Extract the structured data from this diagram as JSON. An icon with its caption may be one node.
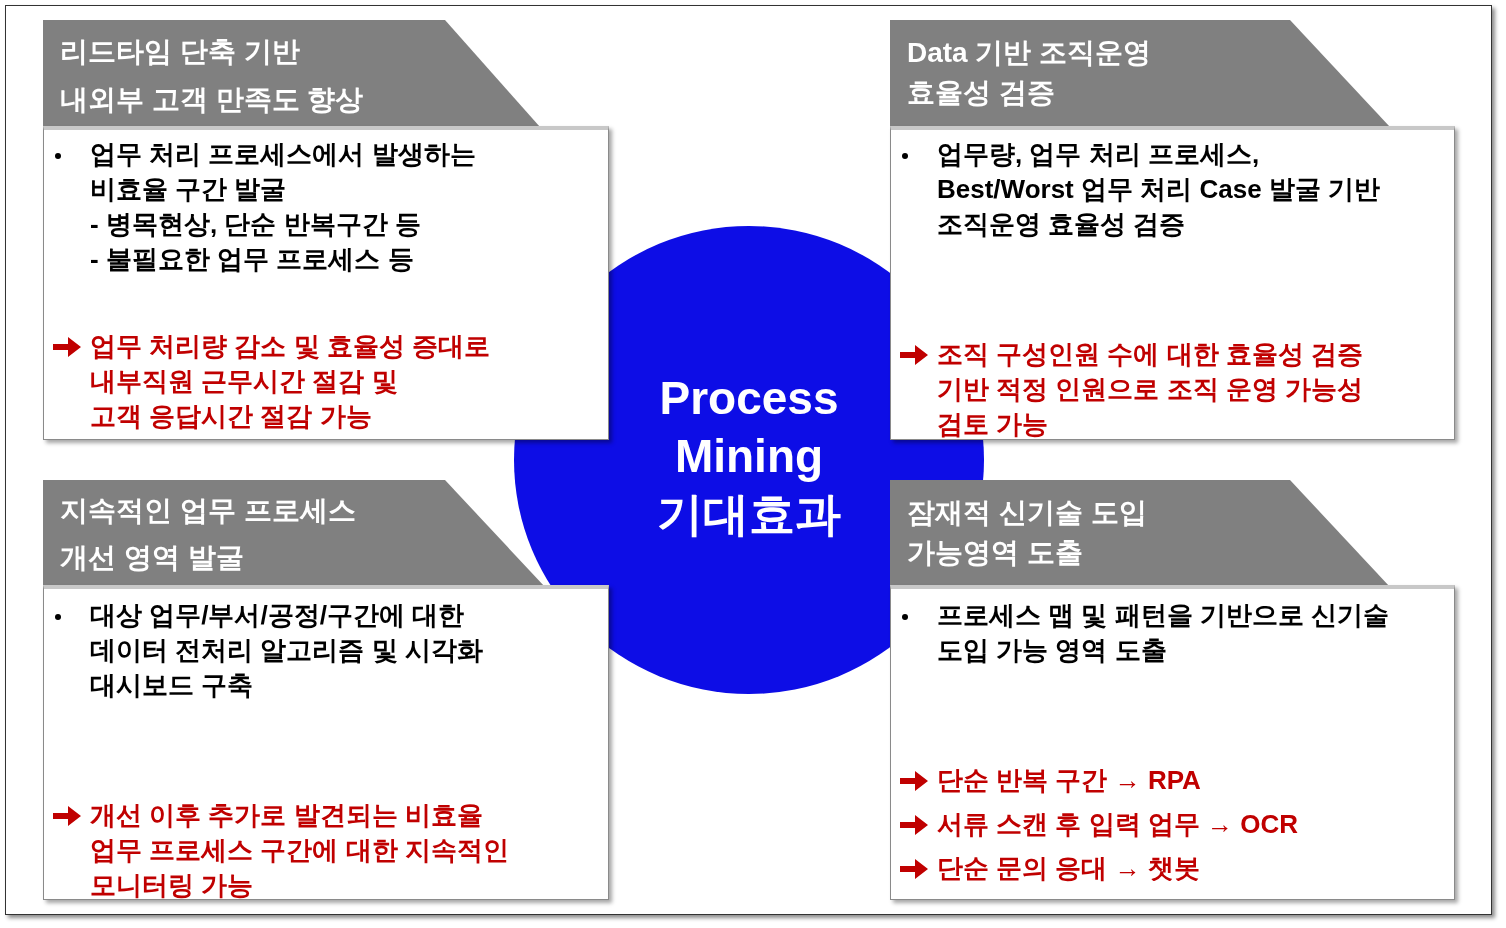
{
  "diagram": {
    "nodes": [
      {
        "text": [
          "리드타임 단축 기반 내외부 고객 만족도 향상"
        ]
      },
      {
        "text": [
          "업무 처리 프로세스에서 발생하는 비효율 구간 발굴",
          "- 병목현상, 단순 반복구간 등",
          "- 불필요한 업무 프로세스 등",
          "업무 처리량 감소 및 효율성 증대로 내부직원 근무시간 절감 및 고객 응답시간 절감 가능"
        ]
      },
      {
        "text": [
          "Data 기반 조직운영 효율성 검증"
        ]
      },
      {
        "text": [
          "업무량, 업무 처리 프로세스, Best/Worst 업무 처리 Case 발굴 기반 조직운영 효율성 검증",
          "조직 구성인원 수에 대한 효율성 검증 기반 적정 인원으로 조직 운영 가능성 검토 가능"
        ]
      },
      {
        "text": [
          "Process Mining 기대효과"
        ]
      },
      {
        "text": [
          "지속적인 업무 프로세스 개선 영역 발굴"
        ]
      },
      {
        "text": [
          "대상 업무/부서/공정/구간에 대한 데이터 전처리 알고리즘 및 시각화 대시보드 구축",
          "개선 이후 추가로 발견되는 비효율 업무 프로세스 구간에 대한 지속적인 모니터링 가능"
        ]
      },
      {
        "text": [
          "잠재적 신기술 도입 가능영역 도출"
        ]
      },
      {
        "text": [
          "프로세스 맵 및 패턴을 기반으로 신기술 도입 가능 영역 도출",
          "단순 반복 구간 → RPA",
          "서류 스캔 후 입력 업무 → OCR",
          "단순 문의 응대 → 챗봇"
        ]
      }
    ]
  }
}
